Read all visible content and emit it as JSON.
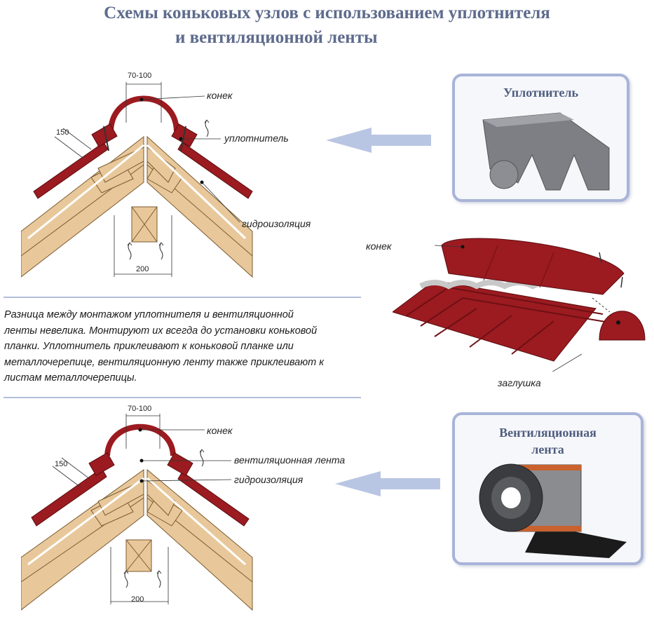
{
  "title": {
    "line1": "Схемы коньковых узлов с использованием уплотнителя",
    "line2": "и вентиляционной ленты"
  },
  "diagram_top": {
    "dim_width": "70-100",
    "dim_side": "150",
    "dim_bottom": "200",
    "label_ridge": "конек",
    "label_sealant": "уплотнитель",
    "label_waterproof": "гидроизоляция"
  },
  "diagram_bottom": {
    "dim_width": "70-100",
    "dim_side": "150",
    "dim_bottom": "200",
    "label_ridge": "конек",
    "label_vent_tape": "вентиляционная лента",
    "label_waterproof": "гидроизоляция"
  },
  "note": {
    "line1": "Разница между монтажом уплотнителя и вентиляционной",
    "line2": "ленты невелика. Монтируют их всегда до установки коньковой",
    "line3": "планки. Уплотнитель приклеивают к коньковой планке или",
    "line4": "металлочерепице, вентиляционную ленту также приклеивают к",
    "line5": "листам металлочерепицы."
  },
  "sealant_box": {
    "title": "Уплотнитель"
  },
  "vent_box": {
    "title_line1": "Вентиляционная",
    "title_line2": "лента"
  },
  "roof_illustration": {
    "label_ridge": "конек",
    "label_cap": "заглушка"
  },
  "colors": {
    "title": "#5e6b8c",
    "roof_red": "#9b1b20",
    "wood": "#e8c89a",
    "arrow": "#b9c6e3",
    "box_border": "#a8b4d8"
  }
}
